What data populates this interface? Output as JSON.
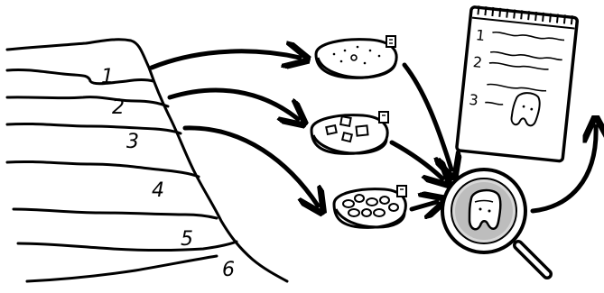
{
  "diagram": {
    "strata": [
      {
        "label": "1"
      },
      {
        "label": "2"
      },
      {
        "label": "3"
      },
      {
        "label": "4"
      },
      {
        "label": "5"
      },
      {
        "label": "6"
      }
    ],
    "notebook_entries": [
      {
        "label": "1"
      },
      {
        "label": "2"
      },
      {
        "label": "3"
      }
    ],
    "icons": {
      "cliff": "rock-strata-cliff-icon",
      "sample_fine": "fine-sediment-sample-dish-icon",
      "sample_medium": "medium-pebble-sample-dish-icon",
      "sample_coarse": "coarse-gravel-sample-dish-icon",
      "magnifier": "magnifying-glass-icon",
      "fossil": "fossil-tooth-icon",
      "notebook": "field-notebook-icon"
    },
    "colors": {
      "ink": "#000000",
      "paper": "#ffffff",
      "shadow": "#bdbdbd"
    }
  }
}
